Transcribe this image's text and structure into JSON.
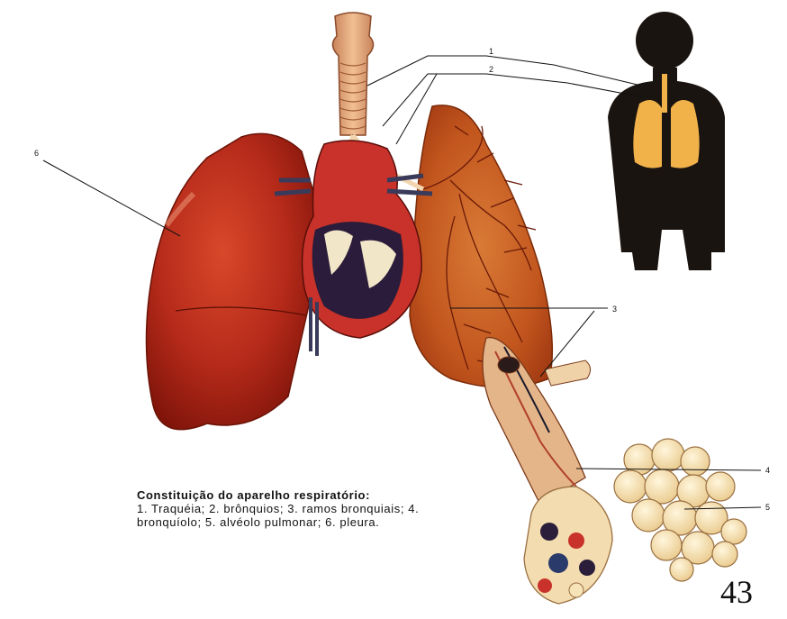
{
  "caption": {
    "title": "Constituição do aparelho respiratório:",
    "items": [
      "1. Traquéia;",
      "2. brônquios;",
      "3. ramos bronquiais;",
      "4. bronquíolo;",
      "5. alvéolo pulmonar;",
      "6. pleura."
    ]
  },
  "callouts": [
    "1",
    "2",
    "3",
    "4",
    "5",
    "6"
  ],
  "page_number": "43",
  "colors": {
    "lung": "#b52a1a",
    "lung_dark": "#7a1208",
    "trachea": "#e8a77a",
    "heart_dark": "#2a1c3a",
    "alveoli": "#f6e3b8",
    "silhouette": "#1a1410",
    "silhouette_lung": "#f2b24a"
  }
}
